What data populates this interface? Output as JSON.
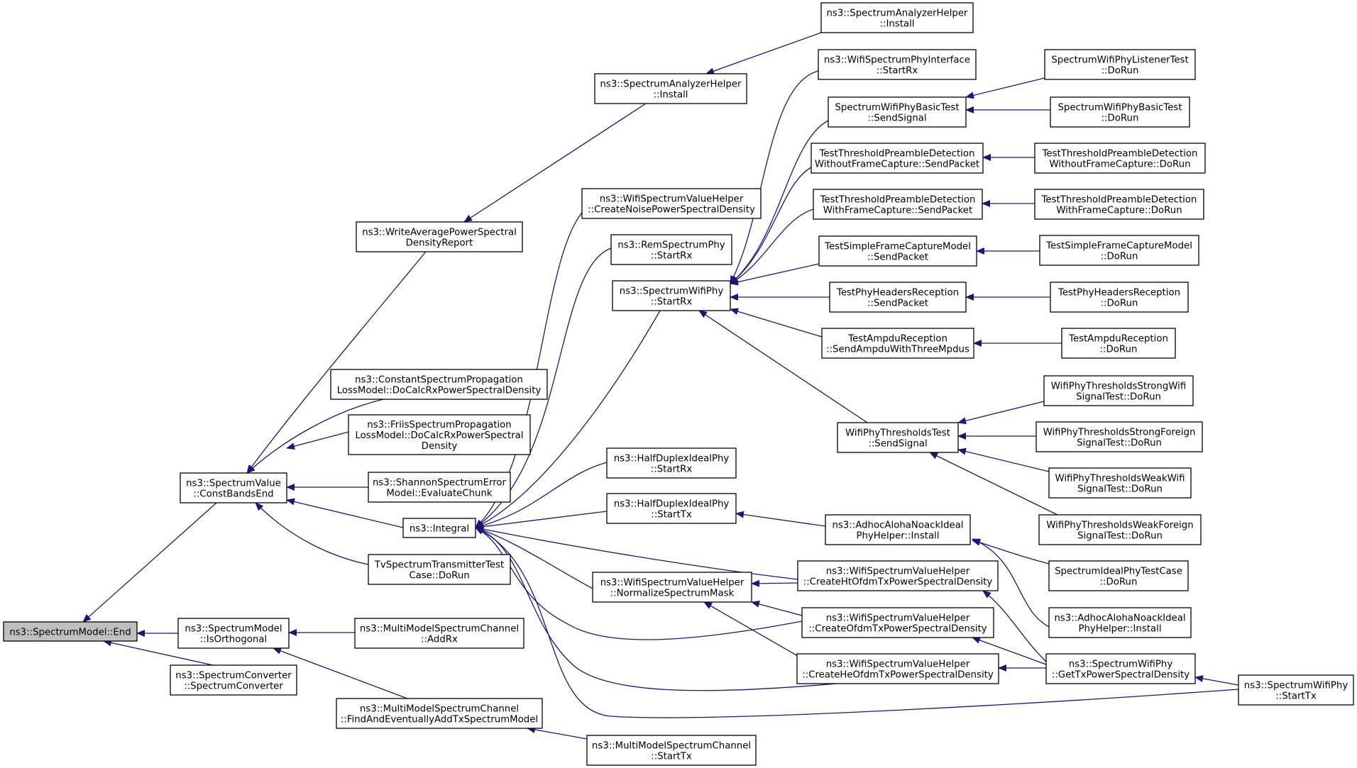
{
  "colors": {
    "edge": "#191970",
    "node_border": "#000000",
    "root_fill": "#bfbfbf",
    "background": "#ffffff"
  },
  "nodes": {
    "end": [
      "ns3::SpectrumModel::End"
    ],
    "constbandsend": [
      "ns3::SpectrumValue",
      "::ConstBandsEnd"
    ],
    "isorthogonal": [
      "ns3::SpectrumModel",
      "::IsOrthogonal"
    ],
    "specconverter": [
      "ns3::SpectrumConverter",
      "::SpectrumConverter"
    ],
    "writeavg": [
      "ns3::WriteAveragePowerSpectral",
      "DensityReport"
    ],
    "constprop": [
      "ns3::ConstantSpectrumPropagation",
      "LossModel::DoCalcRxPowerSpectralDensity"
    ],
    "friis": [
      "ns3::FriisSpectrumPropagation",
      "LossModel::DoCalcRxPowerSpectral",
      "Density"
    ],
    "shannon": [
      "ns3::ShannonSpectrumError",
      "Model::EvaluateChunk"
    ],
    "integral": [
      "ns3::Integral"
    ],
    "tvtest": [
      "TvSpectrumTransmitterTest",
      "Case::DoRun"
    ],
    "mmaddrx": [
      "ns3::MultiModelSpectrumChannel",
      "::AddRx"
    ],
    "mmfind": [
      "ns3::MultiModelSpectrumChannel",
      "::FindAndEventuallyAddTxSpectrumModel"
    ],
    "mmstarttx": [
      "ns3::MultiModelSpectrumChannel",
      "::StartTx"
    ],
    "sahinstall1": [
      "ns3::SpectrumAnalyzerHelper",
      "::Install"
    ],
    "sahinstall2": [
      "ns3::SpectrumAnalyzerHelper",
      "::Install"
    ],
    "noisepsd": [
      "ns3::WifiSpectrumValueHelper",
      "::CreateNoisePowerSpectralDensity"
    ],
    "remstartrx": [
      "ns3::RemSpectrumPhy",
      "::StartRx"
    ],
    "swpstartrx": [
      "ns3::SpectrumWifiPhy",
      "::StartRx"
    ],
    "hdstartrx": [
      "ns3::HalfDuplexIdealPhy",
      "::StartRx"
    ],
    "hdstarttx": [
      "ns3::HalfDuplexIdealPhy",
      "::StartTx"
    ],
    "normmask": [
      "ns3::WifiSpectrumValueHelper",
      "::NormalizeSpectrumMask"
    ],
    "wspistartrx": [
      "ns3::WifiSpectrumPhyInterface",
      "::StartRx"
    ],
    "basicsend": [
      "SpectrumWifiPhyBasicTest",
      "::SendSignal"
    ],
    "tpdnofcsend": [
      "TestThresholdPreambleDetection",
      "WithoutFrameCapture::SendPacket"
    ],
    "tpdfcsend": [
      "TestThresholdPreambleDetection",
      "WithFrameCapture::SendPacket"
    ],
    "tsfcmsend": [
      "TestSimpleFrameCaptureModel",
      "::SendPacket"
    ],
    "tphrsend": [
      "TestPhyHeadersReception",
      "::SendPacket"
    ],
    "tampdusend": [
      "TestAmpduReception",
      "::SendAmpduWithThreeMpdus"
    ],
    "wptsend": [
      "WifiPhyThresholdsTest",
      "::SendSignal"
    ],
    "adhocinstall1": [
      "ns3::AdhocAlohaNoackIdeal",
      "PhyHelper::Install"
    ],
    "htofdm": [
      "ns3::WifiSpectrumValueHelper",
      "::CreateHtOfdmTxPowerSpectralDensity"
    ],
    "ofdm": [
      "ns3::WifiSpectrumValueHelper",
      "::CreateOfdmTxPowerSpectralDensity"
    ],
    "heofdm": [
      "ns3::WifiSpectrumValueHelper",
      "::CreateHeOfdmTxPowerSpectralDensity"
    ],
    "listenerrun": [
      "SpectrumWifiPhyListenerTest",
      "::DoRun"
    ],
    "basicrun": [
      "SpectrumWifiPhyBasicTest",
      "::DoRun"
    ],
    "tpdnofcrun": [
      "TestThresholdPreambleDetection",
      "WithoutFrameCapture::DoRun"
    ],
    "tpdfcrun": [
      "TestThresholdPreambleDetection",
      "WithFrameCapture::DoRun"
    ],
    "tsfcmrun": [
      "TestSimpleFrameCaptureModel",
      "::DoRun"
    ],
    "tphrrun": [
      "TestPhyHeadersReception",
      "::DoRun"
    ],
    "tampdurun": [
      "TestAmpduReception",
      "::DoRun"
    ],
    "strongwifi": [
      "WifiPhyThresholdsStrongWifi",
      "SignalTest::DoRun"
    ],
    "strongforeign": [
      "WifiPhyThresholdsStrongForeign",
      "SignalTest::DoRun"
    ],
    "weakwifi": [
      "WifiPhyThresholdsWeakWifi",
      "SignalTest::DoRun"
    ],
    "weakforeign": [
      "WifiPhyThresholdsWeakForeign",
      "SignalTest::DoRun"
    ],
    "idealrun": [
      "SpectrumIdealPhyTestCase",
      "::DoRun"
    ],
    "adhocinstall2": [
      "ns3::AdhocAlohaNoackIdeal",
      "PhyHelper::Install"
    ],
    "gettxpsd": [
      "ns3::SpectrumWifiPhy",
      "::GetTxPowerSpectralDensity"
    ],
    "swpstarttx": [
      "ns3::SpectrumWifiPhy",
      "::StartTx"
    ]
  }
}
